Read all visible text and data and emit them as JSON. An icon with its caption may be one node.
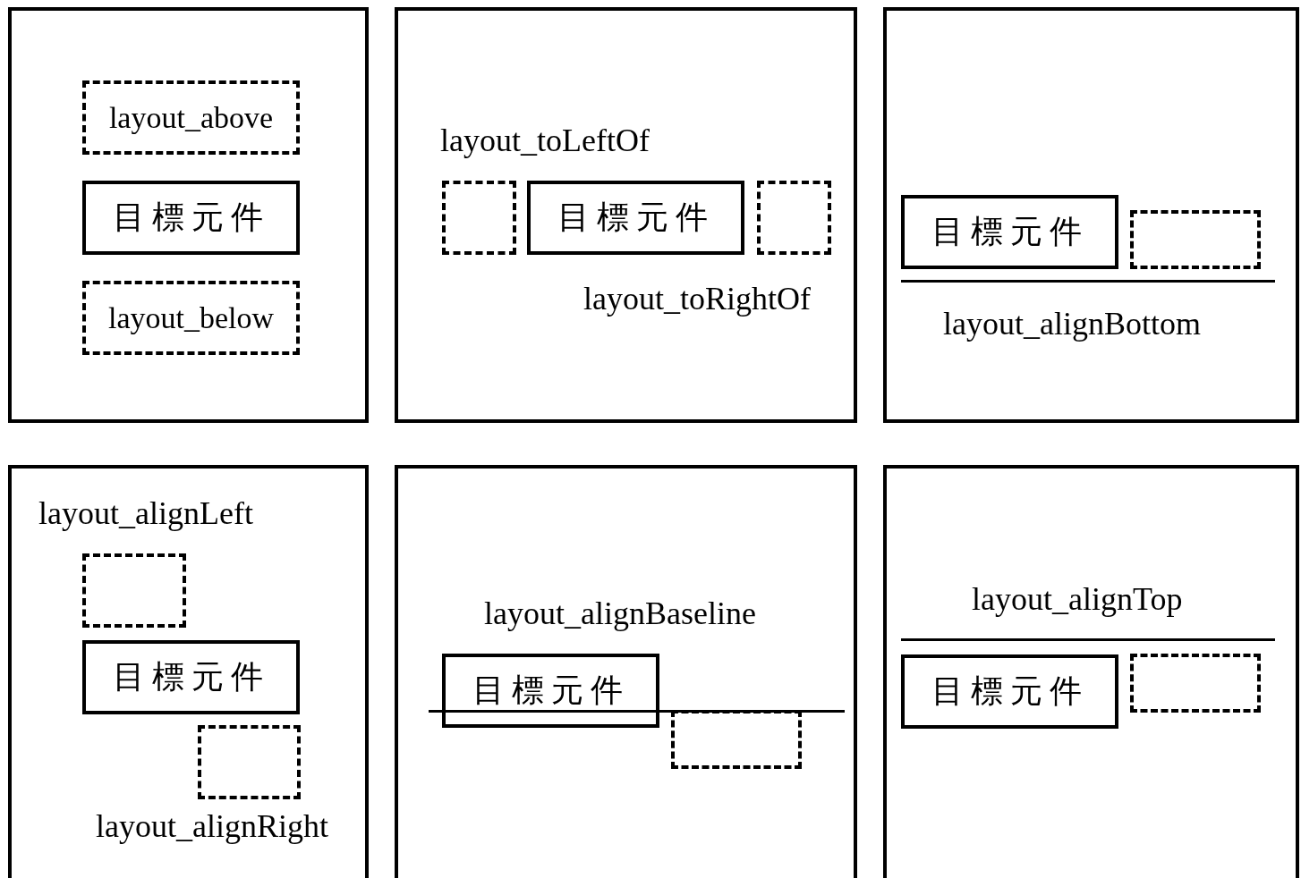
{
  "diagram": {
    "nodes": [
      {
        "text": [],
        "shape": "box"
      },
      {
        "text": [
          "layout_above"
        ],
        "in": 0
      },
      {
        "text": [
          "目標元件"
        ],
        "in": 0
      },
      {
        "text": [
          "layout_below"
        ],
        "in": 0
      },
      {
        "text": [],
        "shape": "box"
      },
      {
        "text": [],
        "shape": "box",
        "in": 4
      },
      {
        "text": [
          "目標元件"
        ],
        "in": 4
      },
      {
        "text": [],
        "shape": "box",
        "in": 4
      },
      {
        "text": [],
        "shape": "box"
      },
      {
        "text": [
          "目標元件"
        ],
        "in": 8
      },
      {
        "text": [],
        "shape": "box",
        "in": 8
      },
      {
        "text": [],
        "shape": "box"
      },
      {
        "text": [],
        "shape": "box",
        "in": 11
      },
      {
        "text": [
          "目標元件"
        ],
        "in": 11
      },
      {
        "text": [],
        "shape": "box",
        "in": 11
      },
      {
        "text": [],
        "shape": "box"
      },
      {
        "text": [
          "目標元件"
        ],
        "in": 15
      },
      {
        "text": [],
        "shape": "box",
        "in": 15
      },
      {
        "text": [],
        "shape": "box"
      },
      {
        "text": [
          "目標元件"
        ],
        "in": 18
      },
      {
        "text": [],
        "shape": "box",
        "in": 18
      }
    ],
    "labels": [
      "layout_toLeftOf",
      "layout_toRightOf",
      "layout_alignBottom",
      "layout_alignLeft",
      "layout_alignRight",
      "layout_alignBaseline",
      "layout_alignTop"
    ]
  }
}
